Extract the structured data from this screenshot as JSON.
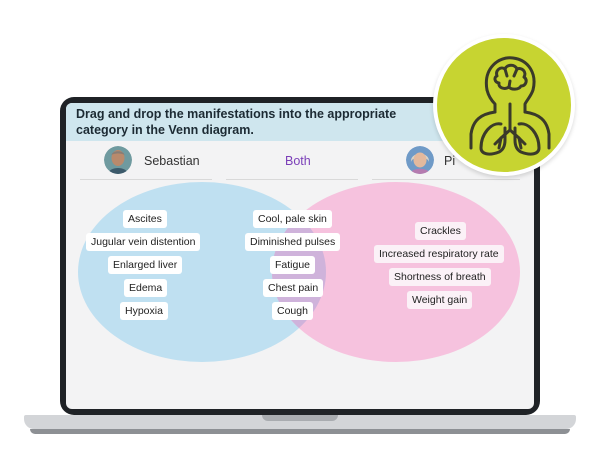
{
  "instruction": "Drag and drop the manifestations into the appropriate category in the Venn diagram.",
  "headers": {
    "left_name": "Sebastian",
    "both_label": "Both",
    "right_name_partial": "Pi"
  },
  "left_items": [
    "Ascites",
    "Jugular vein distention",
    "Enlarged liver",
    "Edema",
    "Hypoxia"
  ],
  "both_items": [
    "Cool, pale skin",
    "Diminished pulses",
    "Fatigue",
    "Chest pain",
    "Cough"
  ],
  "right_items": [
    "Crackles",
    "Increased respiratory rate",
    "Shortness of breath",
    "Weight gain"
  ],
  "colors": {
    "left_circle": "#bfe0f1",
    "right_circle": "#f6bedb",
    "overlap": "#cfb3db",
    "badge": "#c7d431",
    "icon_stroke": "#3a3a2a",
    "both_text": "#7b3fb8"
  },
  "icons": {
    "badge_icon": "brain-lungs-icon",
    "left_avatar": "male-avatar",
    "right_avatar": "female-avatar"
  }
}
